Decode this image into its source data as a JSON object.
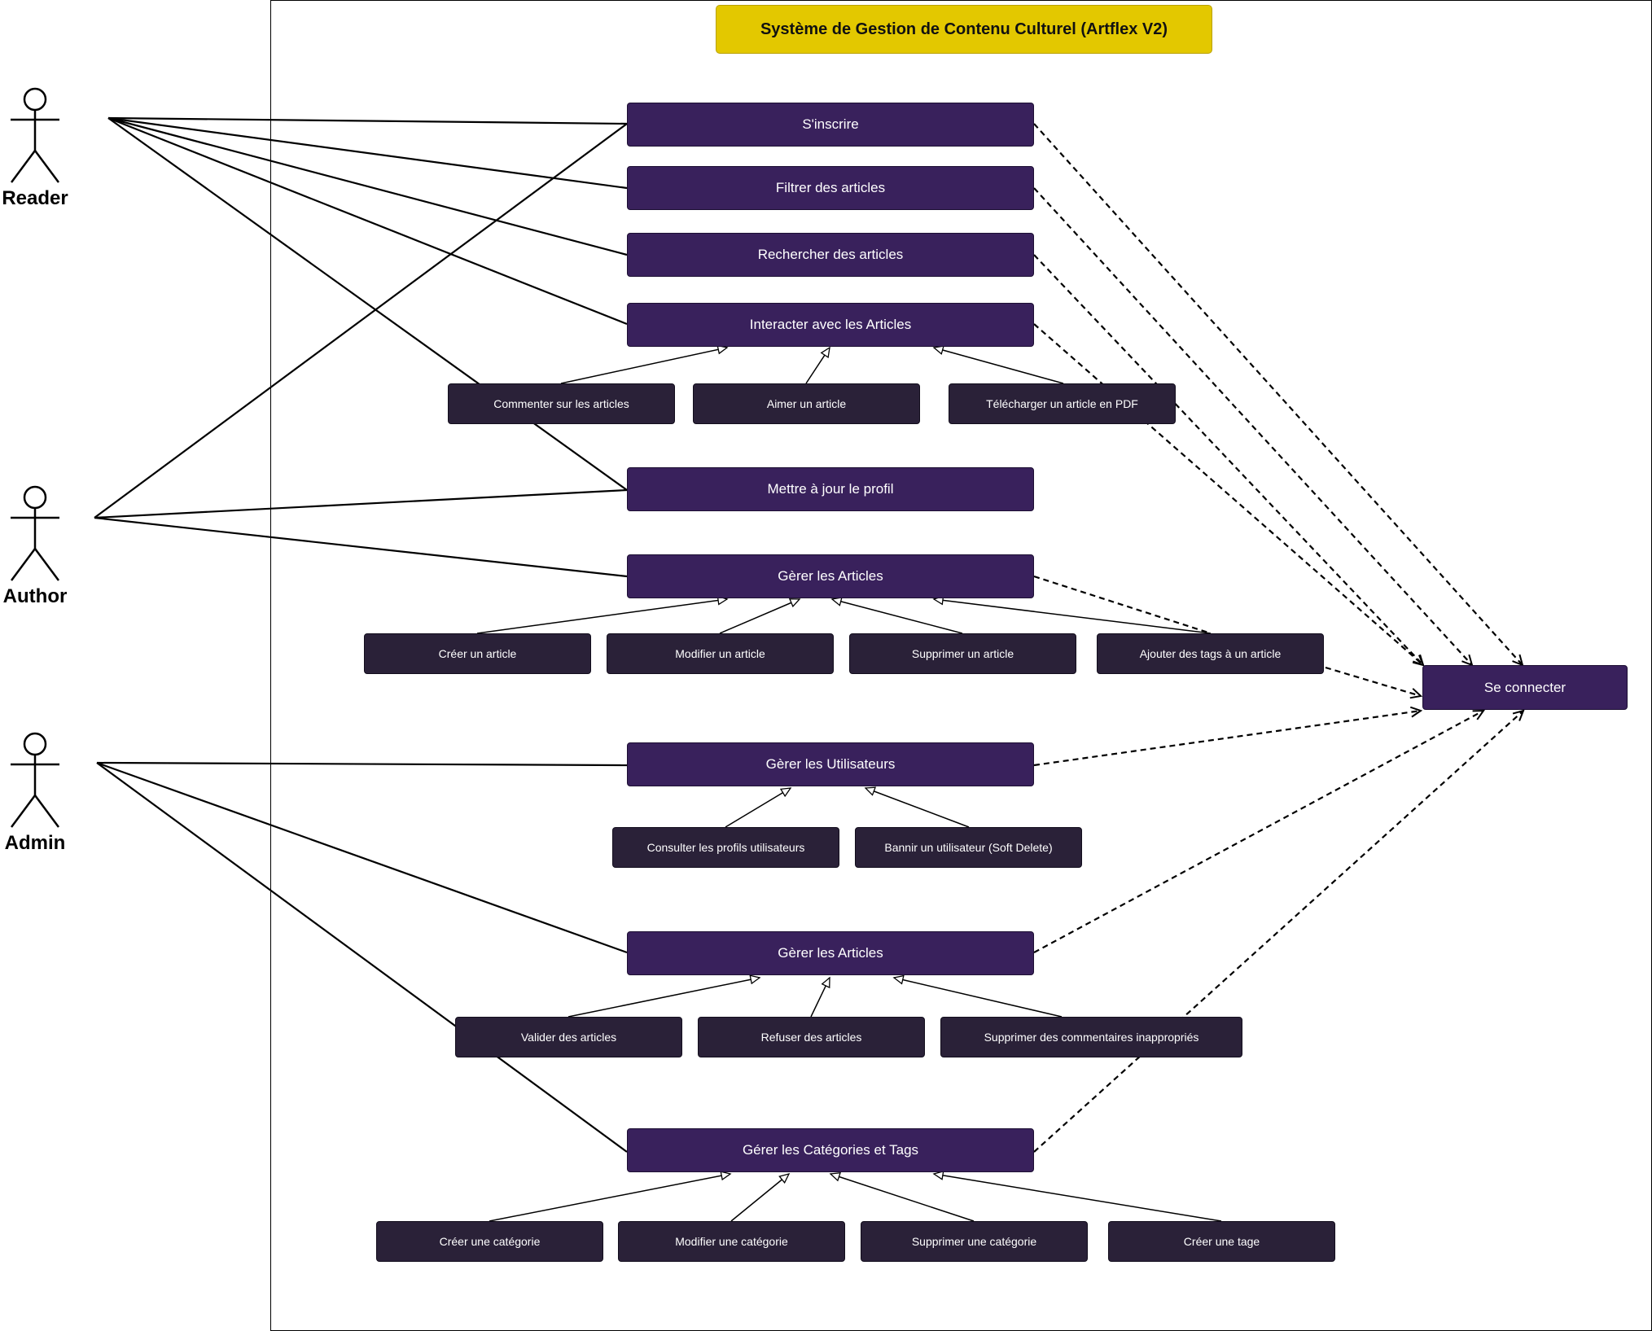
{
  "title": "Système de Gestion de Contenu Culturel (Artflex V2)",
  "actors": {
    "reader": "Reader",
    "author": "Author",
    "admin": "Admin"
  },
  "login": "Se connecter",
  "reader_cases": {
    "signup": "S'inscrire",
    "filter": "Filtrer des articles",
    "search": "Rechercher des articles",
    "interact": "Interacter avec les Articles",
    "comment": "Commenter sur les articles",
    "like": "Aimer un article",
    "download": "Télécharger un article en PDF",
    "profile": "Mettre à jour le profil"
  },
  "author_cases": {
    "manage_articles": "Gèrer les Articles",
    "create": "Créer un article",
    "modify": "Modifier un article",
    "delete": "Supprimer un article",
    "tags": "Ajouter des tags à un article"
  },
  "admin_cases": {
    "manage_users": "Gèrer les Utilisateurs",
    "view_profiles": "Consulter les profils utilisateurs",
    "ban_user": "Bannir un utilisateur (Soft Delete)",
    "manage_articles": "Gèrer les Articles",
    "validate": "Valider des articles",
    "refuse": "Refuser des articles",
    "delete_comments": "Supprimer des commentaires inappropriés",
    "manage_categories": "Gérer les Catégories et Tags",
    "create_category": "Créer une catégorie",
    "modify_category": "Modifier une catégorie",
    "delete_category": "Supprimer une catégorie",
    "create_tag": "Créer une tage"
  }
}
